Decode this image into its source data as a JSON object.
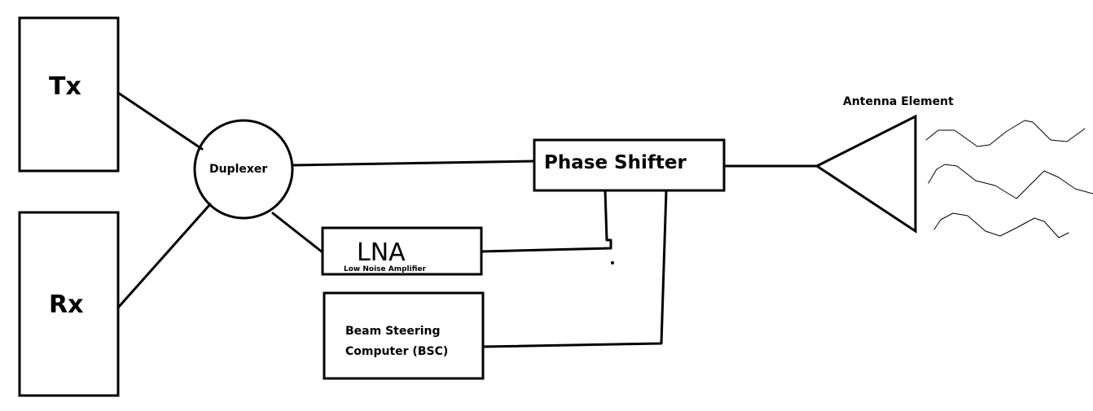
{
  "blocks": {
    "tx": {
      "label": "Tx"
    },
    "rx": {
      "label": "Rx"
    },
    "duplexer": {
      "label": "Duplexer"
    },
    "phase_shifter": {
      "label": "Phase Shifter"
    },
    "lna": {
      "label": "LNA",
      "sublabel": "Low Noise Amplifier"
    },
    "bsc": {
      "label_line1": "Beam Steering",
      "label_line2": "Computer (BSC)"
    },
    "antenna": {
      "label": "Antenna Element"
    }
  }
}
